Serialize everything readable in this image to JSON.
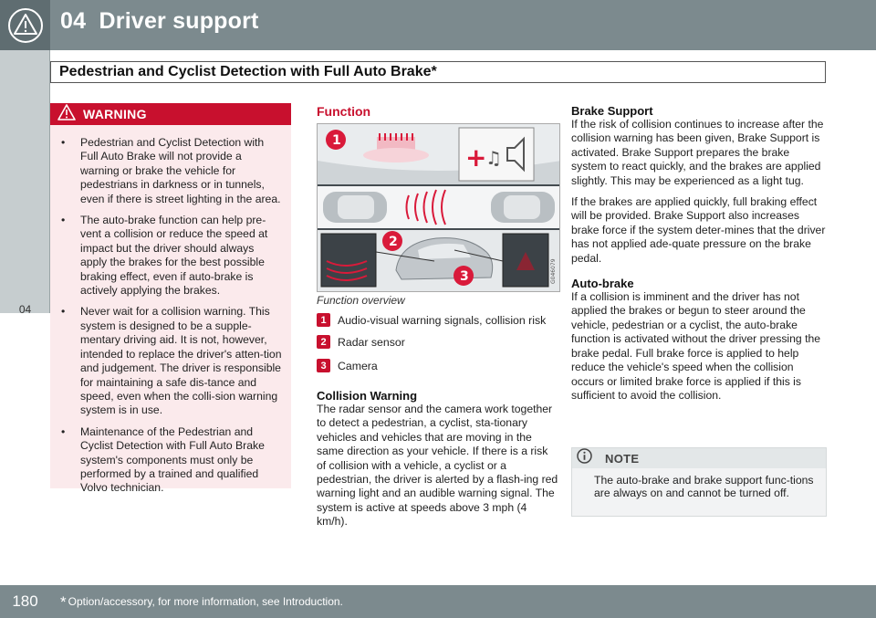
{
  "header": {
    "chapter": "04",
    "title": "Driver support",
    "icon": "warning-triangle-icon"
  },
  "subtitle": "Pedestrian and Cyclist Detection with Full Auto Brake*",
  "side_tab": {
    "label": "04"
  },
  "warning": {
    "label": "WARNING",
    "items": [
      "Pedestrian and Cyclist Detection with Full Auto Brake will not provide a warning or brake the vehicle for pedestrians in darkness or in tunnels, even if there is street lighting in the area.",
      "The auto-brake function can help pre-vent a collision or reduce the speed at impact but the driver should always apply the brakes for the best possible braking effect, even if auto-brake is actively applying the brakes.",
      "Never wait for a collision warning. This system is designed to be a supple-mentary driving aid. It is not, however, intended to replace the driver's atten-tion and judgement. The driver is responsible for maintaining a safe dis-tance and speed, even when the colli-sion warning system is in use.",
      "Maintenance of the Pedestrian and Cyclist Detection with Full Auto Brake system's components must only be performed by a trained and qualified Volvo technician."
    ]
  },
  "function": {
    "heading": "Function",
    "figure_code": "G046079",
    "caption": "Function overview",
    "legend": [
      {
        "num": "1",
        "text": "Audio-visual warning signals, collision risk"
      },
      {
        "num": "2",
        "text": "Radar sensor"
      },
      {
        "num": "3",
        "text": "Camera"
      }
    ],
    "collision_heading": "Collision Warning",
    "collision_text": "The radar sensor and the camera work together to detect a pedestrian, a cyclist, sta-tionary vehicles and vehicles that are moving in the same direction as your vehicle. If there is a risk of collision with a vehicle, a cyclist or a pedestrian, the driver is alerted by a flash-ing red warning light and an audible warning signal. The system is active at speeds above 3 mph (4 km/h)."
  },
  "brake_support": {
    "heading": "Brake Support",
    "p1": "If the risk of collision continues to increase after the collision warning has been given, Brake Support is activated. Brake Support prepares the brake system to react quickly, and the brakes are applied slightly. This may be experienced as a light tug.",
    "p2": "If the brakes are applied quickly, full braking effect will be provided. Brake Support also increases brake force if the system deter-mines that the driver has not applied ade-quate pressure on the brake pedal."
  },
  "auto_brake": {
    "heading": "Auto-brake",
    "text": "If a collision is imminent and the driver has not applied the brakes or begun to steer around the vehicle, pedestrian or a cyclist, the auto-brake function is activated without the driver pressing the brake pedal. Full brake force is applied to help reduce the vehicle's speed when the collision occurs or limited brake force is applied if this is sufficient to avoid the collision."
  },
  "note": {
    "label": "NOTE",
    "text": "The auto-brake and brake support func-tions are always on and cannot be turned off."
  },
  "footer": {
    "page": "180",
    "star": "*",
    "note": "Option/accessory, for more information, see Introduction."
  },
  "colors": {
    "accent": "#c8102e",
    "header": "#7c8a8e",
    "warning_bg": "#fbeaec"
  }
}
